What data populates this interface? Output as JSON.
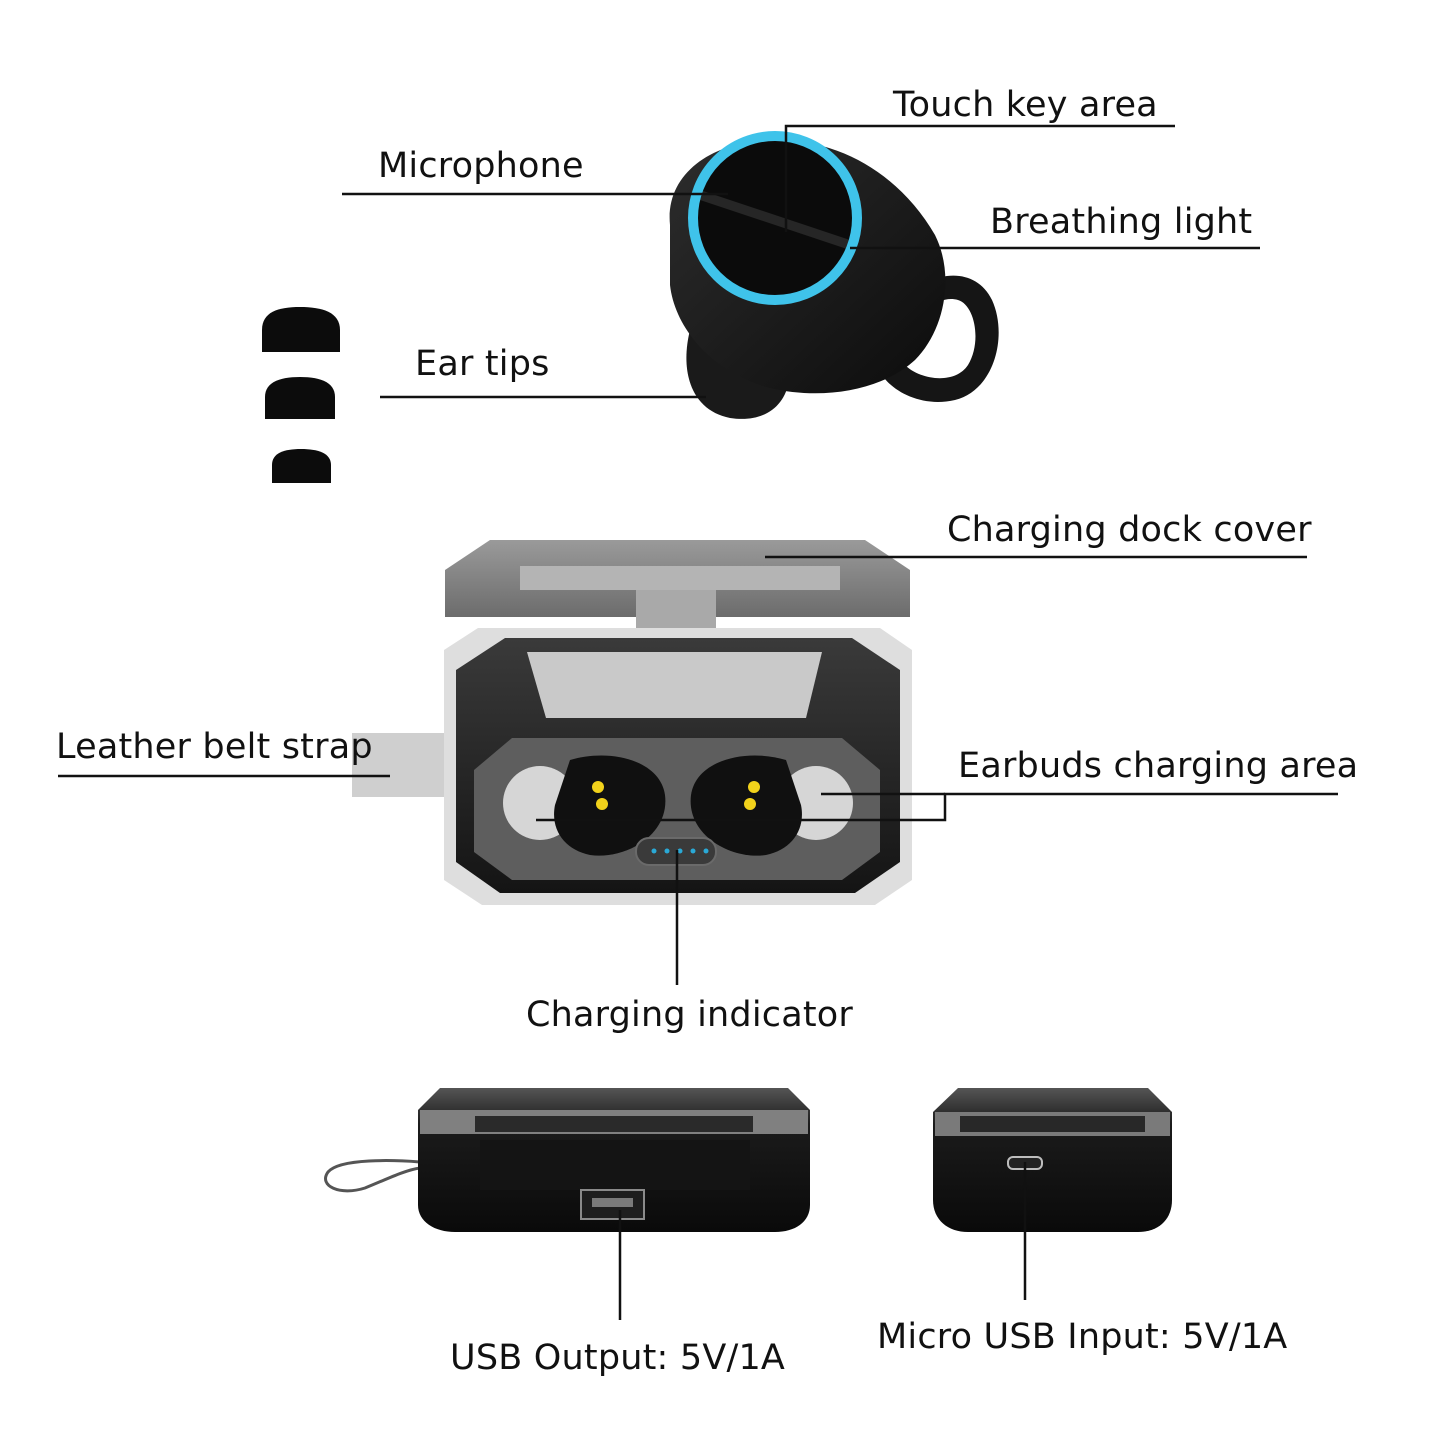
{
  "labels": {
    "touch_key_area": "Touch key area",
    "microphone": "Microphone",
    "breathing_light": "Breathing light",
    "ear_tips": "Ear tips",
    "charging_dock_cover": "Charging dock cover",
    "leather_belt_strap": "Leather belt strap",
    "earbuds_charging_area": "Earbuds charging area",
    "charging_indicator": "Charging indicator",
    "usb_output": "USB Output: 5V/1A",
    "micro_usb_input": "Micro USB Input: 5V/1A"
  },
  "colors": {
    "breathing_light_ring": "#3fc3ea",
    "indicator_leds": "#2aa9d6",
    "charging_contacts": "#f2d21b",
    "leader_lines": "#111111"
  }
}
